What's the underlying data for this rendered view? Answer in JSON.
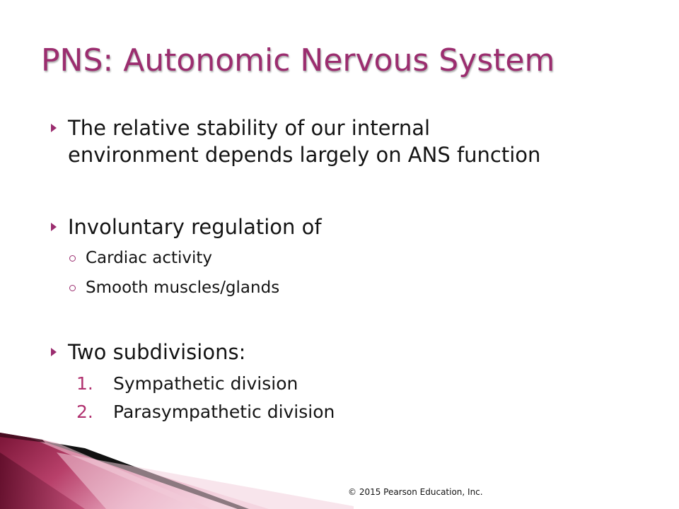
{
  "title": "PNS: Autonomic Nervous System",
  "bullets": {
    "stability": "The relative stability of our internal\nenvironment depends largely on ANS function",
    "regulation": {
      "text": "Involuntary regulation of",
      "items": [
        "Cardiac activity",
        "Smooth muscles/glands"
      ]
    },
    "subdivisions": {
      "text": "Two subdivisions:",
      "items": [
        {
          "num": "1.",
          "text": "Sympathetic division"
        },
        {
          "num": "2.",
          "text": "Parasympathetic division"
        }
      ]
    }
  },
  "footer": "© 2015 Pearson Education, Inc.",
  "colors": {
    "title": "#9b2d6f",
    "bullet_marker": "#9b2d6f",
    "number": "#b0306e",
    "decor_dark": "#6e1030",
    "decor_light": "#e8a0b8"
  }
}
